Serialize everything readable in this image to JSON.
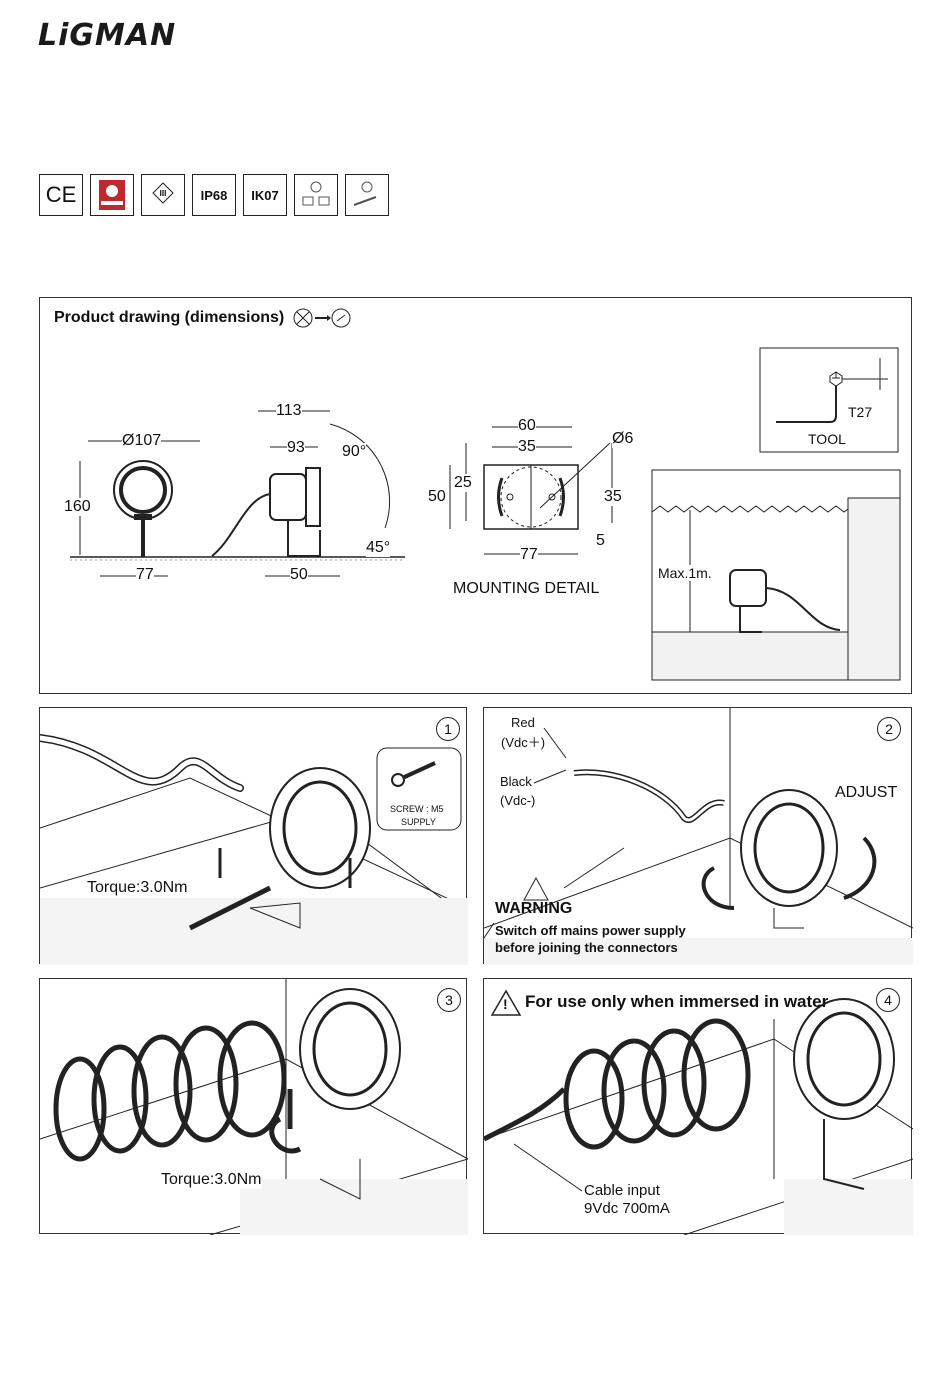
{
  "brand": {
    "logo": "LiGMAN"
  },
  "certifications": [
    {
      "label": "CE"
    },
    {
      "label": ""
    },
    {
      "label": "III"
    },
    {
      "label": "IP68"
    },
    {
      "label": "IK07"
    },
    {
      "label": ""
    },
    {
      "label": ""
    }
  ],
  "product_drawing": {
    "title": "Product drawing (dimensions)",
    "dims": {
      "d107": "Ø107",
      "h160": "160",
      "w77a": "77",
      "w113": "113",
      "w93": "93",
      "a90": "90°",
      "a45": "45°",
      "w50": "50",
      "m60": "60",
      "m35a": "35",
      "m6": "Ø6",
      "m25": "25",
      "m50": "50",
      "m35b": "35",
      "m5": "5",
      "m77": "77"
    },
    "mounting_label": "MOUNTING DETAIL",
    "tool": {
      "label": "TOOL",
      "size": "T27"
    },
    "max_depth": "Max.1m."
  },
  "step1": {
    "num": "1",
    "torque": "Torque:3.0Nm",
    "screw": "SCREW : M5",
    "supply": "SUPPLY"
  },
  "step2": {
    "num": "2",
    "red": "Red",
    "red_v": "(Vdc＋)",
    "black": "Black",
    "black_v": "(Vdc-)",
    "adjust": "ADJUST",
    "warning": "WARNING",
    "warning_l1": "Switch off mains power supply",
    "warning_l2": "before joining the connectors"
  },
  "step3": {
    "num": "3",
    "torque": "Torque:3.0Nm"
  },
  "step4": {
    "num": "4",
    "heading": "For use only when immersed in water",
    "cable1": "Cable input",
    "cable2": "9Vdc 700mA"
  }
}
